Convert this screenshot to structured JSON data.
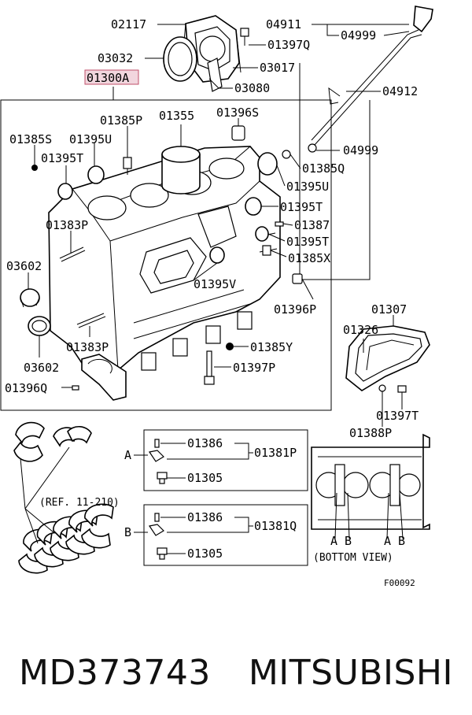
{
  "labels": {
    "p02117": "02117",
    "p04911": "04911",
    "p04999a": "04999",
    "p01397Q": "01397Q",
    "p03032": "03032",
    "p03017": "03017",
    "p01300A": "01300A",
    "p03080": "03080",
    "p04912": "04912",
    "p01385P": "01385P",
    "p01355": "01355",
    "p01396S": "01396S",
    "p01385S": "01385S",
    "p01395U_l": "01395U",
    "p04999b": "04999",
    "p01395T_l": "01395T",
    "p01385Q": "01385Q",
    "p01395U_r": "01395U",
    "p01395T_r1": "01395T",
    "p01383P_t": "01383P",
    "p01387": "01387",
    "p01395T_r2": "01395T",
    "p03602_t": "03602",
    "p01385X": "01385X",
    "p01395V": "01395V",
    "p01396P": "01396P",
    "p01307": "01307",
    "p01326": "01326",
    "p01383P_b": "01383P",
    "p01385Y": "01385Y",
    "p03602_b": "03602",
    "p01397P": "01397P",
    "p01396Q": "01396Q",
    "p01397T": "01397T",
    "p01388P": "01388P",
    "p01386_a": "01386",
    "p01381P": "01381P",
    "p01305_a": "01305",
    "p01386_b": "01386",
    "p01381Q": "01381Q",
    "p01305_b": "01305",
    "ref": "(REF. 11-210)",
    "callout_a": "A",
    "callout_b": "B",
    "bv_a1": "A",
    "bv_b1": "B",
    "bv_a2": "A",
    "bv_b2": "B",
    "bottom_view": "(BOTTOM VIEW)",
    "figure_code": "F00092"
  },
  "caption": {
    "part_number": "MD373743",
    "brand": "MITSUBISHI"
  },
  "colors": {
    "highlight_fill": "#f2d6de",
    "highlight_stroke": "#c0506b",
    "line": "#000000"
  }
}
